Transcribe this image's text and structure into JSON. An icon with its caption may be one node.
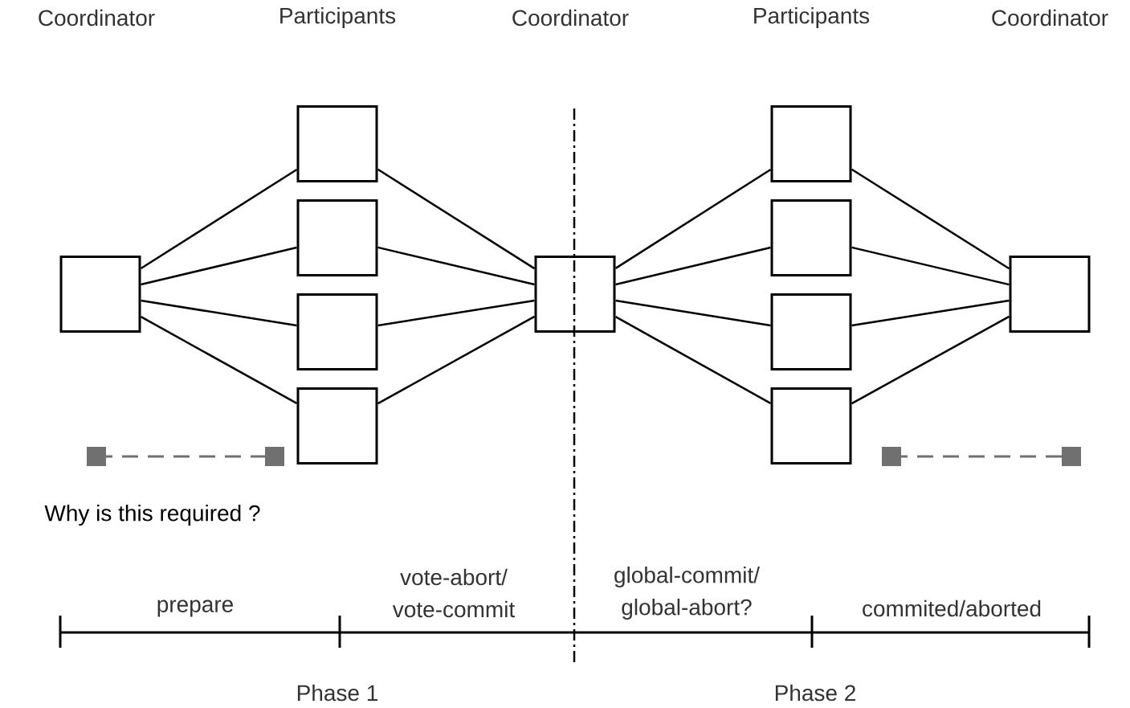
{
  "diagram": {
    "nodes": [
      {
        "text": [],
        "shape": "box"
      },
      {
        "text": [],
        "shape": "box"
      },
      {
        "text": [],
        "shape": "box"
      },
      {
        "text": [],
        "shape": "box"
      },
      {
        "text": [],
        "shape": "box"
      },
      {
        "text": [],
        "shape": "box"
      },
      {
        "text": [],
        "shape": "box"
      },
      {
        "text": [],
        "shape": "box"
      },
      {
        "text": [],
        "shape": "box"
      },
      {
        "text": [],
        "shape": "box"
      },
      {
        "text": [],
        "shape": "box"
      }
    ],
    "edges": [
      {
        "from": 0,
        "to": 1,
        "arrow": "none"
      },
      {
        "from": 0,
        "to": 2,
        "arrow": "none"
      },
      {
        "from": 0,
        "to": 3,
        "arrow": "none"
      },
      {
        "from": 0,
        "to": 4,
        "arrow": "none"
      },
      {
        "from": 1,
        "to": 5,
        "arrow": "none"
      },
      {
        "from": 2,
        "to": 5,
        "arrow": "none"
      },
      {
        "from": 3,
        "to": 5,
        "arrow": "none"
      },
      {
        "from": 4,
        "to": 5,
        "arrow": "none"
      },
      {
        "from": 5,
        "to": 6,
        "arrow": "none"
      },
      {
        "from": 5,
        "to": 7,
        "arrow": "none"
      },
      {
        "from": 5,
        "to": 8,
        "arrow": "none"
      },
      {
        "from": 5,
        "to": 9,
        "arrow": "none"
      },
      {
        "from": 6,
        "to": 10,
        "arrow": "none"
      },
      {
        "from": 7,
        "to": 10,
        "arrow": "none"
      },
      {
        "from": 8,
        "to": 10,
        "arrow": "none"
      },
      {
        "from": 9,
        "to": 10,
        "arrow": "none"
      }
    ],
    "labels": [
      "Coordinator",
      "Participants",
      "Coordinator",
      "Participants",
      "Coordinator",
      "Why is this required ?",
      "vote-abort/ vote-commit",
      "global-commit/ global-abort?",
      "prepare",
      "commited/aborted",
      "Phase 1",
      "Phase 2"
    ]
  }
}
